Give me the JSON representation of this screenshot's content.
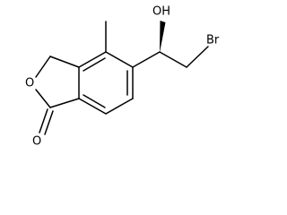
{
  "molecule": {
    "atom_labels": {
      "ring_oxygen": "O",
      "carbonyl_oxygen": "O",
      "hydroxyl": "OH",
      "bromine": "Br"
    },
    "stereo": {
      "carbinol_wedge": "bold"
    },
    "colors": {
      "bond": "#000000",
      "label": "#000000",
      "background": "#ffffff"
    }
  }
}
